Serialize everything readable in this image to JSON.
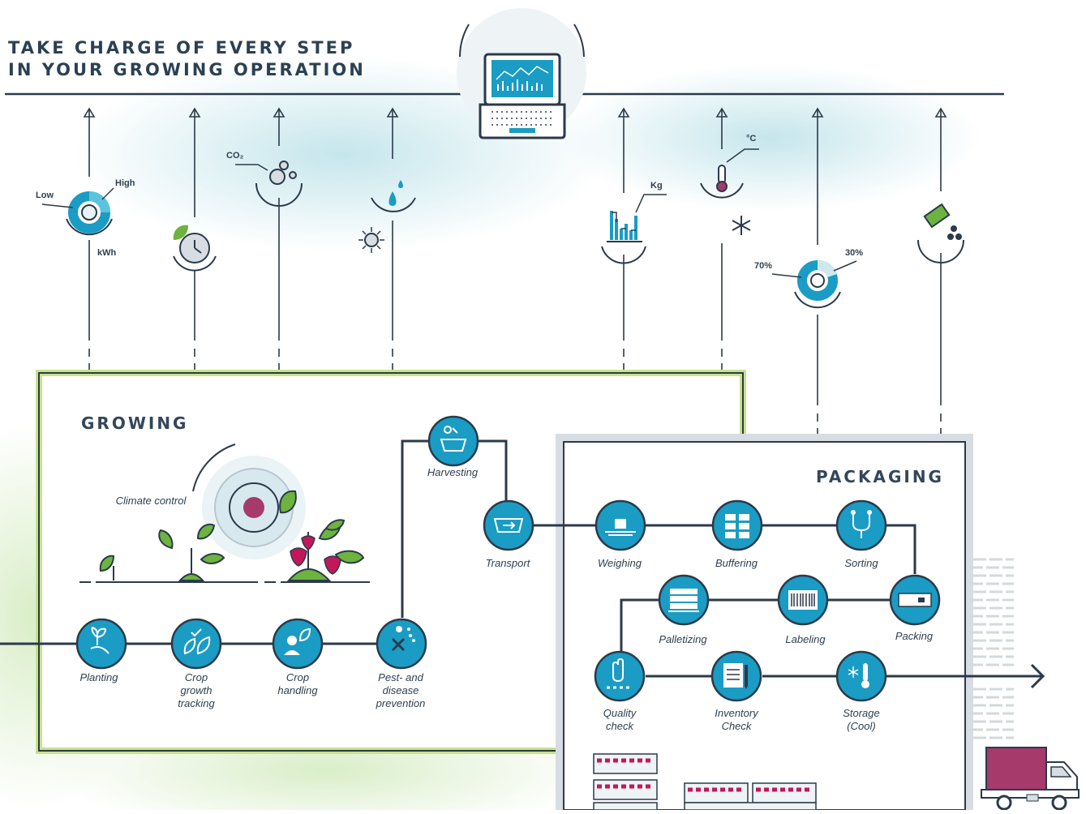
{
  "headline": {
    "line1": "TAKE CHARGE OF EVERY STEP",
    "line2": "IN YOUR GROWING OPERATION"
  },
  "sections": {
    "growing": "GROWING",
    "packaging": "PACKAGING"
  },
  "climate_label": "Climate control",
  "metrics": {
    "energy": {
      "low": "Low",
      "high": "High",
      "unit": "kWh"
    },
    "co2": "CO₂",
    "weight": "Kg",
    "temperature": "°C",
    "quality_split": {
      "a": "70%",
      "b": "30%"
    }
  },
  "growing_steps": [
    "Planting",
    "Crop growth tracking",
    "Crop handling",
    "Pest- and disease prevention"
  ],
  "harvest_steps": [
    "Harvesting",
    "Transport"
  ],
  "packaging_row1": [
    "Weighing",
    "Buffering",
    "Sorting"
  ],
  "packaging_row2": [
    "Palletizing",
    "Labeling",
    "Packing"
  ],
  "packaging_row3": [
    "Quality check",
    "Inventory Check",
    "Storage (Cool)"
  ],
  "colors": {
    "teal": "#1a9cc4",
    "navy": "#2b3a4a",
    "berry": "#a63a6b",
    "leaf": "#6db33f",
    "growing_border": "#c9e28a"
  }
}
